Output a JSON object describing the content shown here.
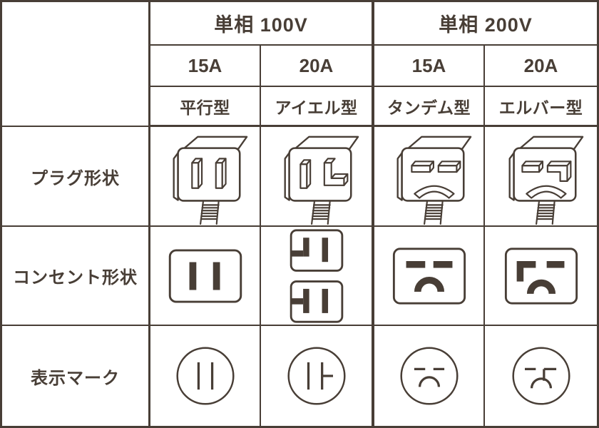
{
  "colors": {
    "ink": "#483e36",
    "background": "#ffffff"
  },
  "table": {
    "corner": "",
    "headers": {
      "voltage_100": "単相 100V",
      "voltage_200": "単相 200V",
      "amp_100_15": "15A",
      "amp_100_20": "20A",
      "amp_200_15": "15A",
      "amp_200_20": "20A",
      "type_100_15": "平行型",
      "type_100_20": "アイエル型",
      "type_200_15": "タンデム型",
      "type_200_20": "エルバー型"
    },
    "row_labels": {
      "plug": "プラグ形状",
      "outlet": "コンセント形状",
      "mark": "表示マーク"
    }
  },
  "icons": {
    "plug_100_15": "plug-3d-two-parallel-vertical-blades-with-cord",
    "plug_100_20": "plug-3d-vertical-blade-and-l-shaped-blade-with-cord",
    "plug_200_15": "plug-3d-two-horizontal-blades-and-arc-ground-blade-with-cord",
    "plug_200_20": "plug-3d-horizontal-blade-l-shaped-blade-and-arc-ground-blade-with-cord",
    "outlet_100_15": "outlet-face-two-vertical-slots",
    "outlet_100_20": "two-stacked-outlet-faces-l-slot-variant-and-t-slot-variant",
    "outlet_200_15": "outlet-face-two-horizontal-slots-and-arc-ground-slot",
    "outlet_200_20": "outlet-face-corner-slot-horizontal-slot-and-arc-ground-slot",
    "mark_100_15": "circle-mark-two-vertical-lines",
    "mark_100_20": "circle-mark-vertical-line-and-vertical-line-with-right-tick",
    "mark_200_15": "circle-mark-two-horizontal-dashes-and-arc",
    "mark_200_20": "circle-mark-horizontal-dash-corner-shape-and-arc"
  }
}
